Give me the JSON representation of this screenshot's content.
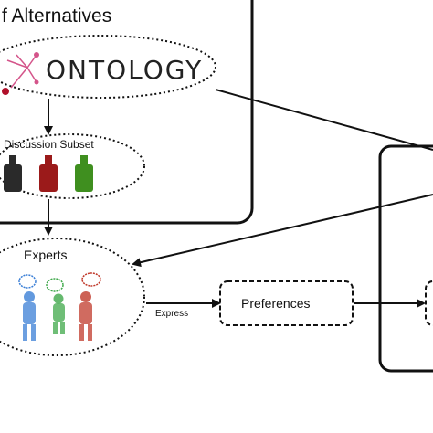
{
  "title": "f Alternatives",
  "ontology": {
    "logo_text": "ONTOLOGY"
  },
  "discussion_subset": {
    "label": "Discussion Subset",
    "bottles": [
      {
        "color": "#2a2a2a"
      },
      {
        "color": "#9b1a1a"
      },
      {
        "color": "#3f8f1f"
      }
    ]
  },
  "experts": {
    "label": "Experts",
    "figure_colors": [
      "#3b7fd6",
      "#3fa84a",
      "#c0392b"
    ]
  },
  "express_label": "Express",
  "preferences_label": "Preferences",
  "colors": {
    "stroke": "#111111",
    "background": "#ffffff",
    "logo_pink": "#d4548a",
    "logo_red": "#b0102a"
  }
}
